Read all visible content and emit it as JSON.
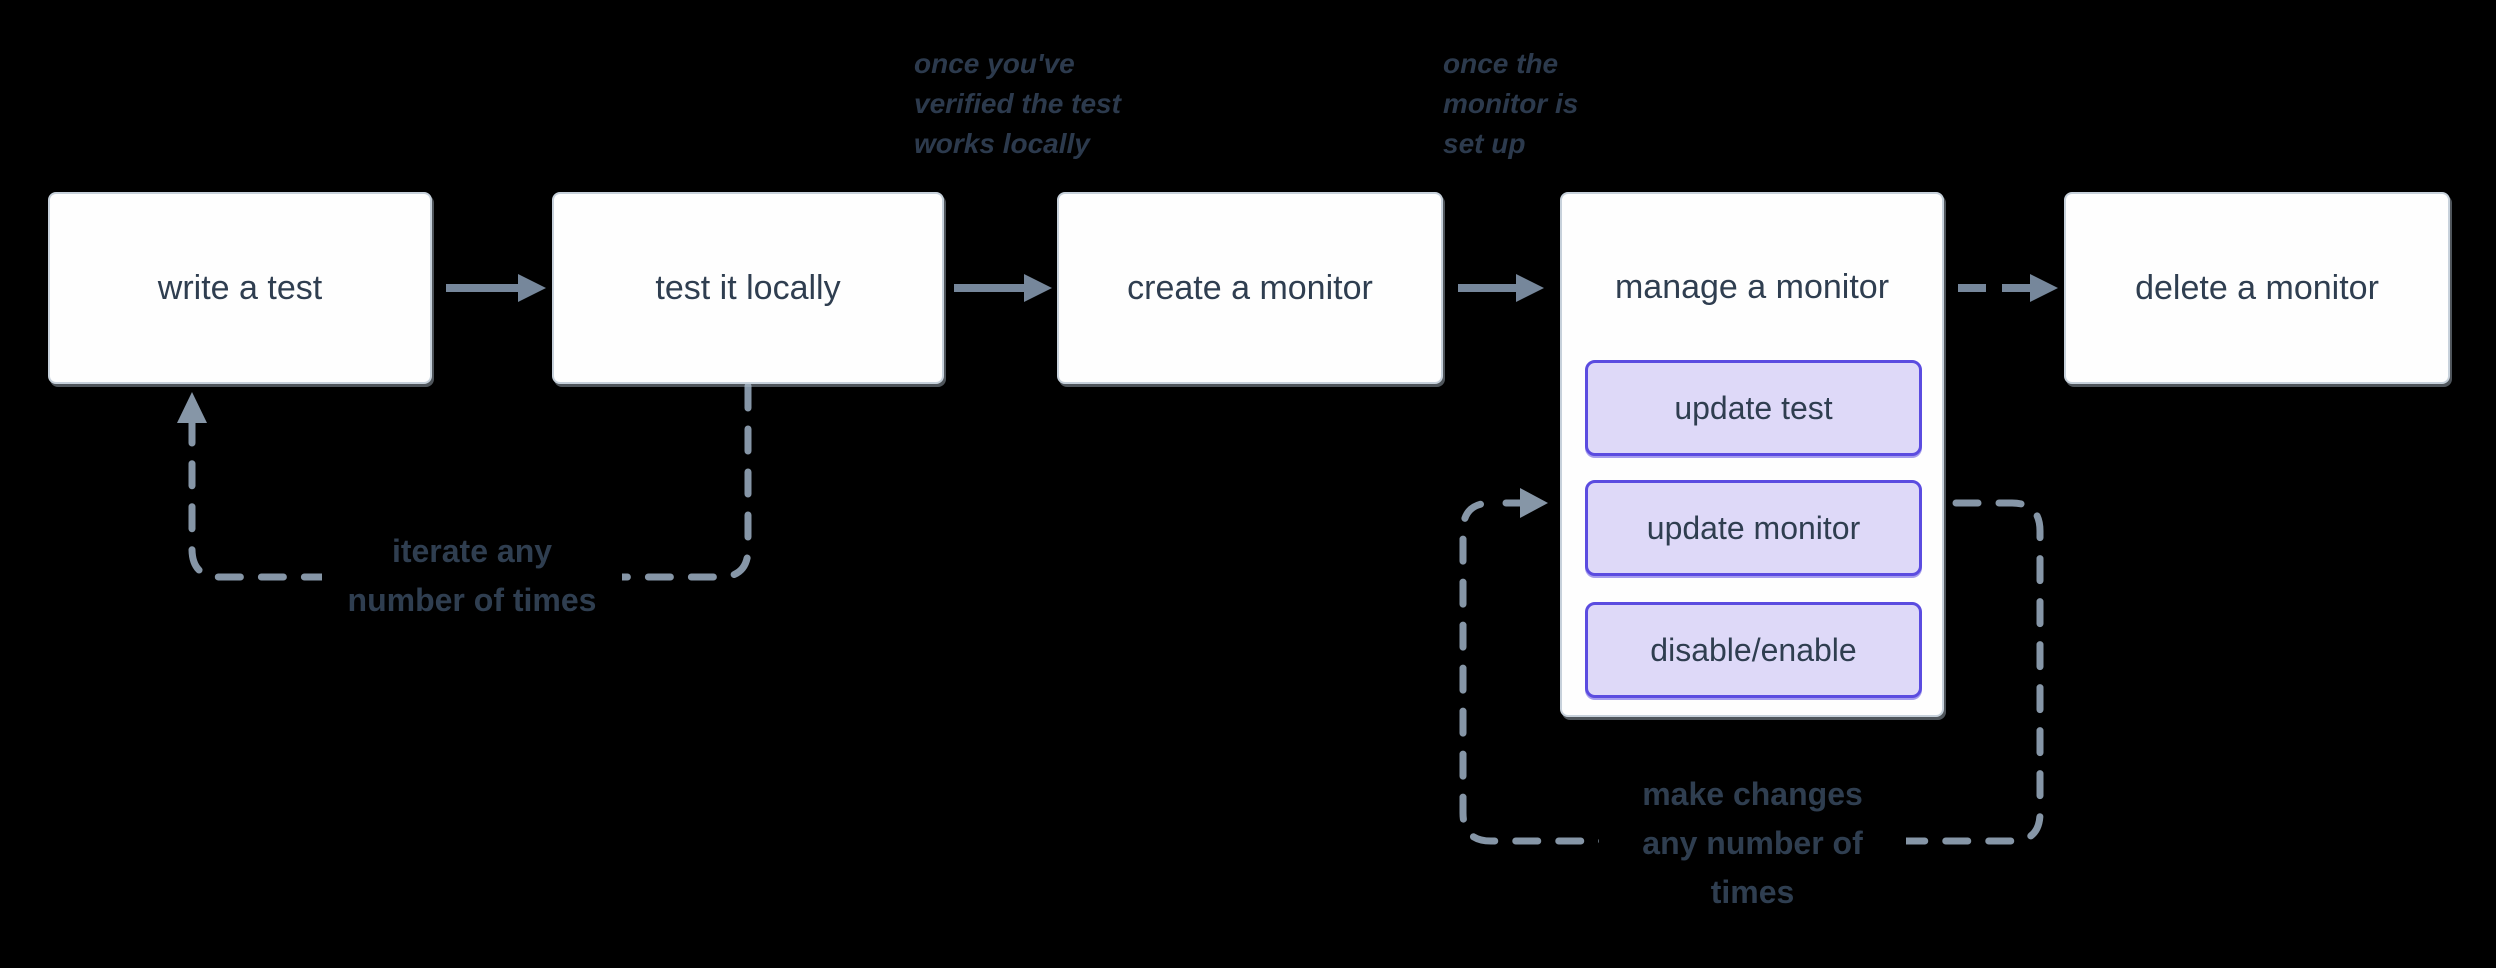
{
  "colors": {
    "background": "#000000",
    "node_fill": "#fefefe",
    "node_border": "#c7d1db",
    "node_text": "#2f3e50",
    "action_fill": "#ded9f8",
    "action_border": "#5b4ce0",
    "arrow": "#76879b",
    "dashed": "#8696a7",
    "annotation_text": "#2c3a4d",
    "loop_label_text": "#2f3e50"
  },
  "nodes": {
    "write_test": "write a test",
    "test_locally": "test it locally",
    "create_monitor": "create a monitor",
    "manage_monitor": "manage a monitor",
    "delete_monitor": "delete a monitor"
  },
  "manage_actions": {
    "update_test": "update test",
    "update_monitor": "update monitor",
    "disable_enable": "disable/enable"
  },
  "annotations": {
    "verified_locally": {
      "line1": "once you've",
      "line2": "verified the test",
      "line3": "works locally"
    },
    "monitor_set_up": {
      "line1": "once the",
      "line2": "monitor is",
      "line3": "set up"
    }
  },
  "loop_labels": {
    "iterate": {
      "line1": "iterate any",
      "line2": "number of times"
    },
    "make_changes": {
      "line1": "make changes",
      "line2": "any number of",
      "line3": "times"
    }
  }
}
